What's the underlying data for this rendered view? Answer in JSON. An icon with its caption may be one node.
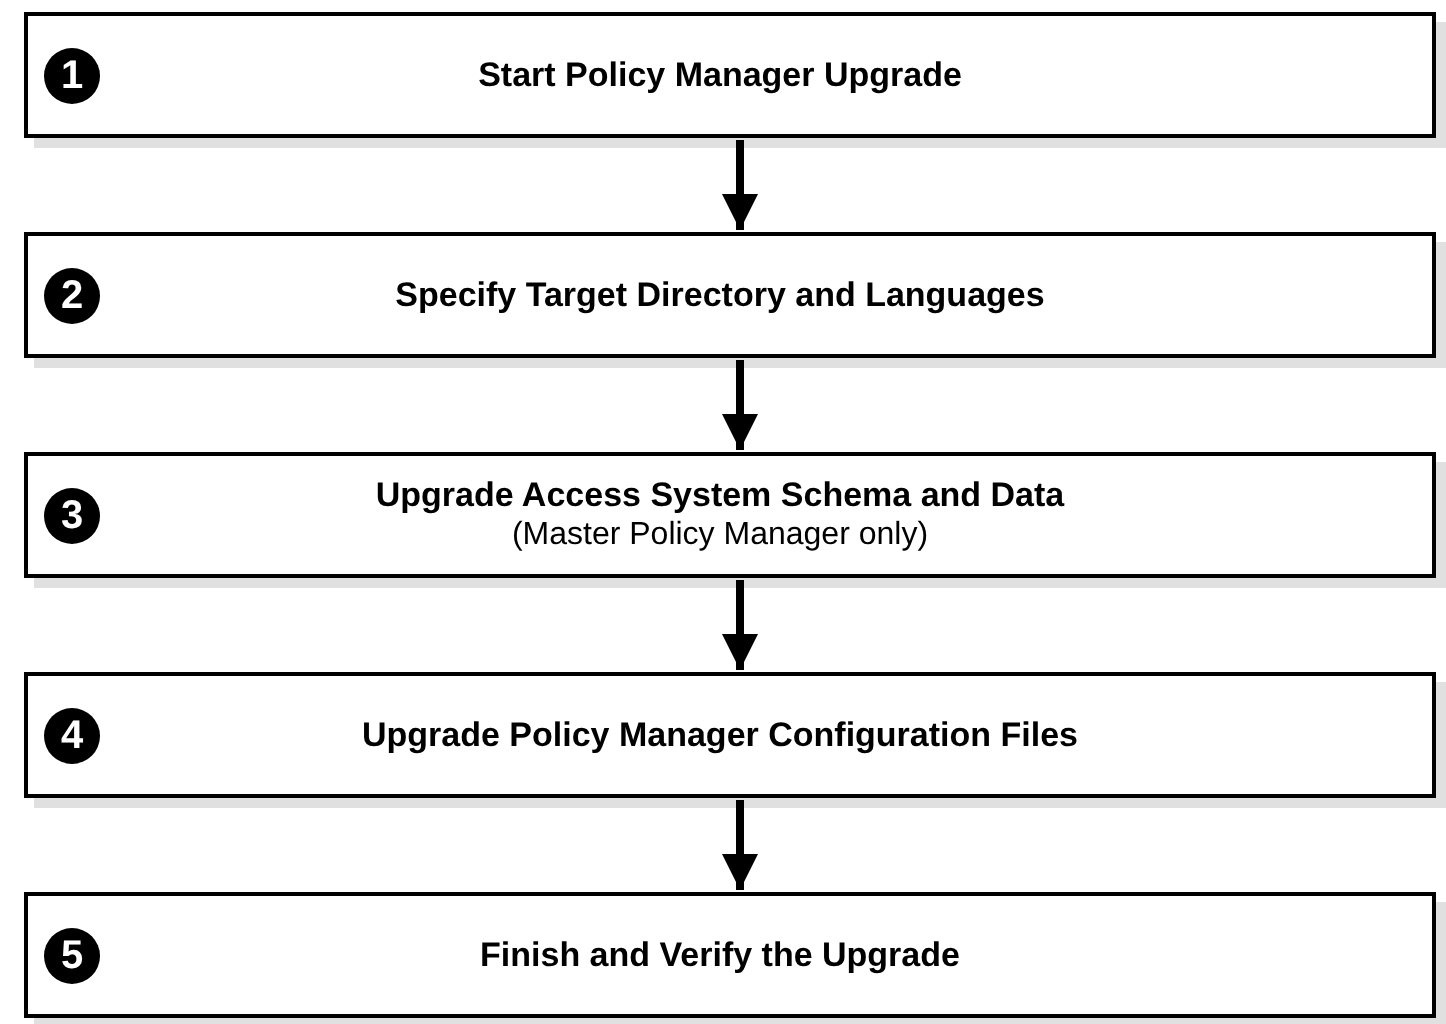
{
  "diagram": {
    "nodes": [
      {
        "text": [
          "1",
          "Start Policy Manager Upgrade"
        ]
      },
      {
        "text": [
          "2",
          "Specify Target Directory and Languages"
        ]
      },
      {
        "text": [
          "3",
          "Upgrade Access System Schema and Data",
          "(Master Policy Manager only)"
        ]
      },
      {
        "text": [
          "4",
          "Upgrade Policy Manager Configuration Files"
        ]
      },
      {
        "text": [
          "5",
          "Finish and Verify the Upgrade"
        ]
      }
    ],
    "edges": [
      {
        "from": 0,
        "to": 1,
        "arrow": "to"
      },
      {
        "from": 1,
        "to": 2,
        "arrow": "to"
      },
      {
        "from": 2,
        "to": 3,
        "arrow": "to"
      },
      {
        "from": 3,
        "to": 4,
        "arrow": "to"
      }
    ]
  }
}
